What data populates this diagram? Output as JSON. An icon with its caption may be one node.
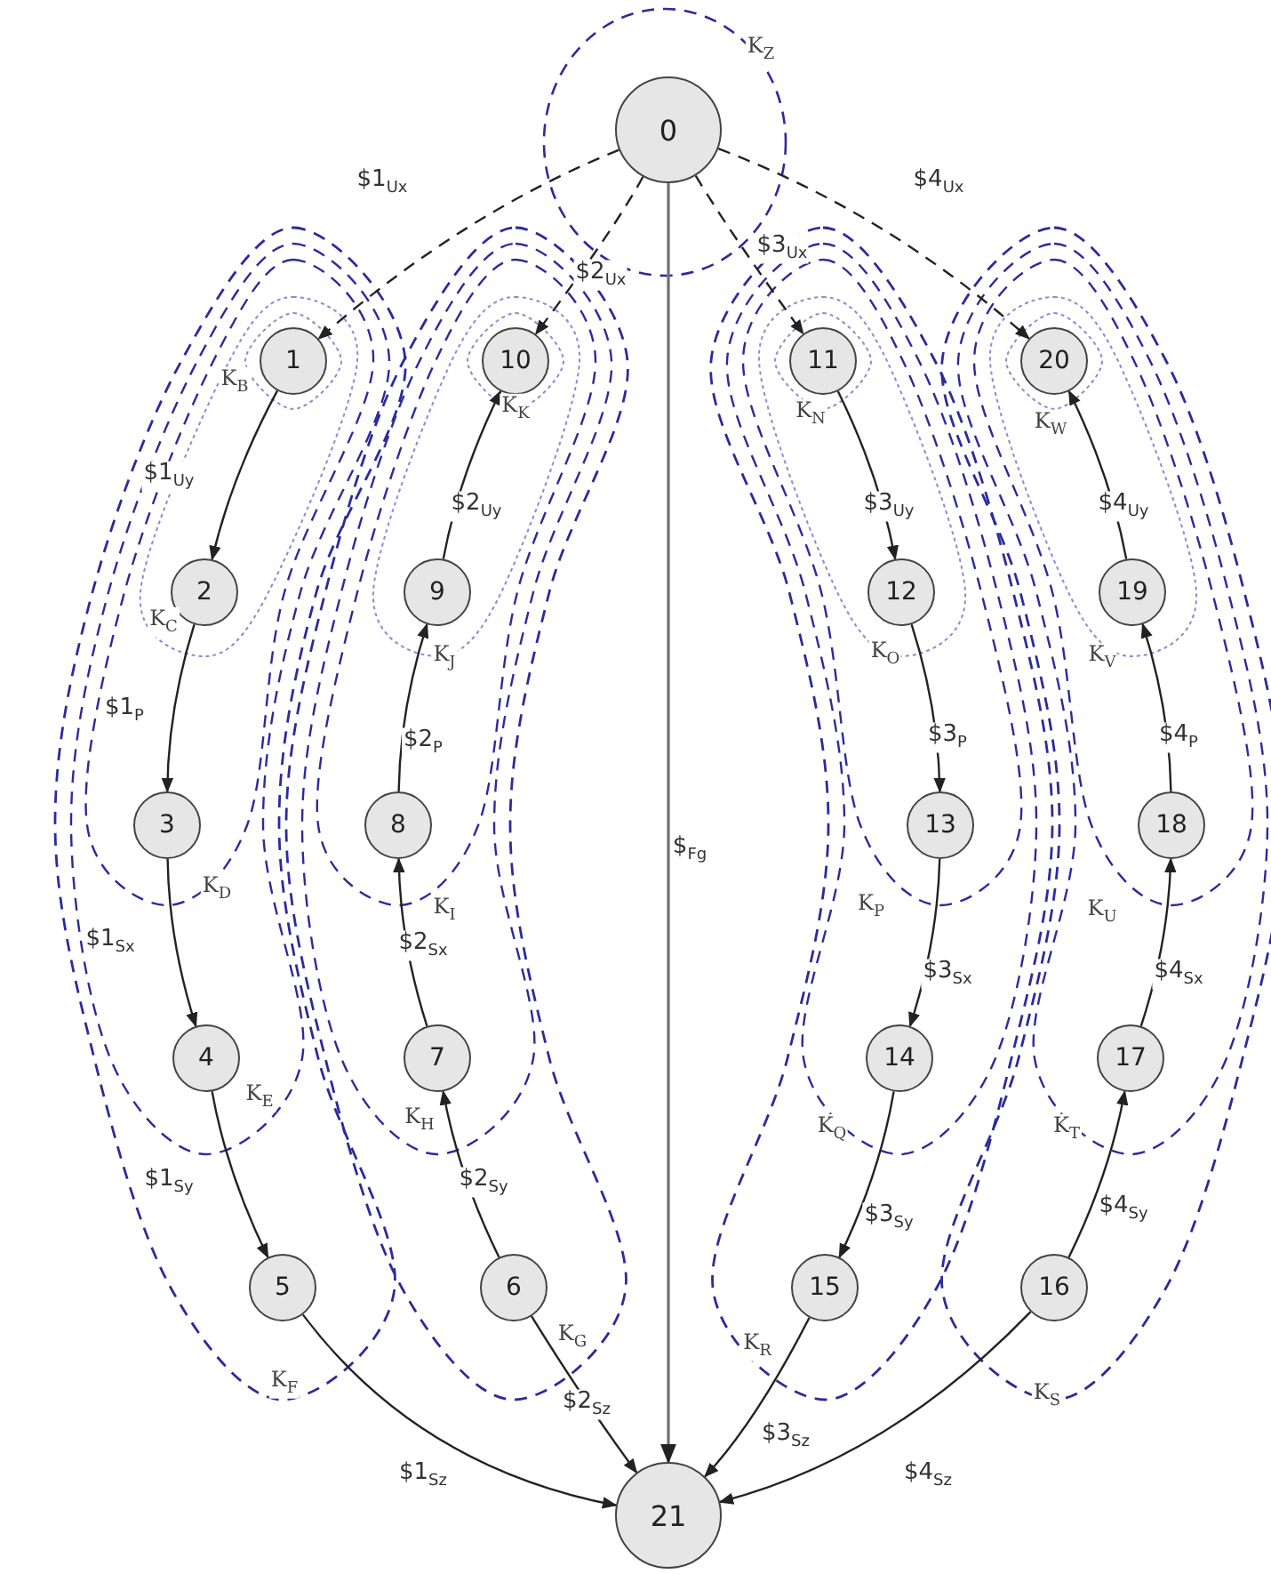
{
  "diagram": {
    "nodes": [
      {
        "text": [
          "0"
        ]
      },
      {
        "text": [
          "1"
        ]
      },
      {
        "text": [
          "2"
        ]
      },
      {
        "text": [
          "3"
        ]
      },
      {
        "text": [
          "4"
        ]
      },
      {
        "text": [
          "5"
        ]
      },
      {
        "text": [
          "6"
        ]
      },
      {
        "text": [
          "7"
        ]
      },
      {
        "text": [
          "8"
        ]
      },
      {
        "text": [
          "9"
        ]
      },
      {
        "text": [
          "10"
        ]
      },
      {
        "text": [
          "11"
        ]
      },
      {
        "text": [
          "12"
        ]
      },
      {
        "text": [
          "13"
        ]
      },
      {
        "text": [
          "14"
        ]
      },
      {
        "text": [
          "15"
        ]
      },
      {
        "text": [
          "16"
        ]
      },
      {
        "text": [
          "17"
        ]
      },
      {
        "text": [
          "18"
        ]
      },
      {
        "text": [
          "19"
        ]
      },
      {
        "text": [
          "20"
        ]
      },
      {
        "text": [
          "21"
        ]
      }
    ],
    "edges": [
      {
        "from": 0,
        "to": 1,
        "arrow": "to",
        "label": "$1$_{Ux}$",
        "style": "dashed"
      },
      {
        "from": 0,
        "to": 10,
        "arrow": "to",
        "label": "$2$_{Ux}$",
        "style": "dashed"
      },
      {
        "from": 0,
        "to": 11,
        "arrow": "to",
        "label": "$3$_{Ux}$",
        "style": "dashed"
      },
      {
        "from": 0,
        "to": 20,
        "arrow": "to",
        "label": "$4$_{Ux}$",
        "style": "dashed"
      },
      {
        "from": 1,
        "to": 2,
        "arrow": "to",
        "label": "$1$_{Uy}$"
      },
      {
        "from": 2,
        "to": 3,
        "arrow": "to",
        "label": "$1$_{P}$"
      },
      {
        "from": 3,
        "to": 4,
        "arrow": "to",
        "label": "$1$_{Sx}$"
      },
      {
        "from": 4,
        "to": 5,
        "arrow": "to",
        "label": "$1$_{Sy}$"
      },
      {
        "from": 5,
        "to": 21,
        "arrow": "to",
        "label": "$1$_{Sz}$"
      },
      {
        "from": 6,
        "to": 7,
        "arrow": "to",
        "label": "$2$_{Sy}$"
      },
      {
        "from": 7,
        "to": 8,
        "arrow": "to",
        "label": "$2$_{Sx}$"
      },
      {
        "from": 8,
        "to": 9,
        "arrow": "to",
        "label": "$2$_{P}$"
      },
      {
        "from": 9,
        "to": 10,
        "arrow": "to",
        "label": "$2$_{Uy}$"
      },
      {
        "from": 6,
        "to": 21,
        "arrow": "to",
        "label": "$2$_{Sz}$"
      },
      {
        "from": 11,
        "to": 12,
        "arrow": "to",
        "label": "$3$_{Uy}$"
      },
      {
        "from": 12,
        "to": 13,
        "arrow": "to",
        "label": "$3$_{P}$"
      },
      {
        "from": 13,
        "to": 14,
        "arrow": "to",
        "label": "$3$_{Sx}$"
      },
      {
        "from": 14,
        "to": 15,
        "arrow": "to",
        "label": "$3$_{Sy}$"
      },
      {
        "from": 15,
        "to": 21,
        "arrow": "to",
        "label": "$3$_{Sz}$"
      },
      {
        "from": 16,
        "to": 17,
        "arrow": "to",
        "label": "$4$_{Sy}$"
      },
      {
        "from": 17,
        "to": 18,
        "arrow": "to",
        "label": "$4$_{Sx}$"
      },
      {
        "from": 18,
        "to": 19,
        "arrow": "to",
        "label": "$4$_{P}$"
      },
      {
        "from": 19,
        "to": 20,
        "arrow": "to",
        "label": "$4$_{Uy}$"
      },
      {
        "from": 16,
        "to": 21,
        "arrow": "to",
        "label": "$4$_{Sz}$"
      },
      {
        "from": 0,
        "to": 21,
        "arrow": "to",
        "label": "$$_{Fg}$",
        "color": "#707070"
      }
    ],
    "labels": [
      "K$_{Z}$",
      "K$_{B}$",
      "K$_{K}$",
      "K$_{N}$",
      "K$_{W}$",
      "K$_{C}$",
      "K$_{O}$",
      "K$_{J}$",
      "K$_{V}$",
      "K$_{D}$",
      "K$_{P}$",
      "K$_{I}$",
      "K$_{U}$",
      "K$_{E}$",
      "K$_{H}$",
      "K$_{Q}$",
      "K$_{T}$",
      "K$_{G}$",
      "K$_{R}$",
      "K$_{F}$",
      "K$_{S}$"
    ]
  }
}
